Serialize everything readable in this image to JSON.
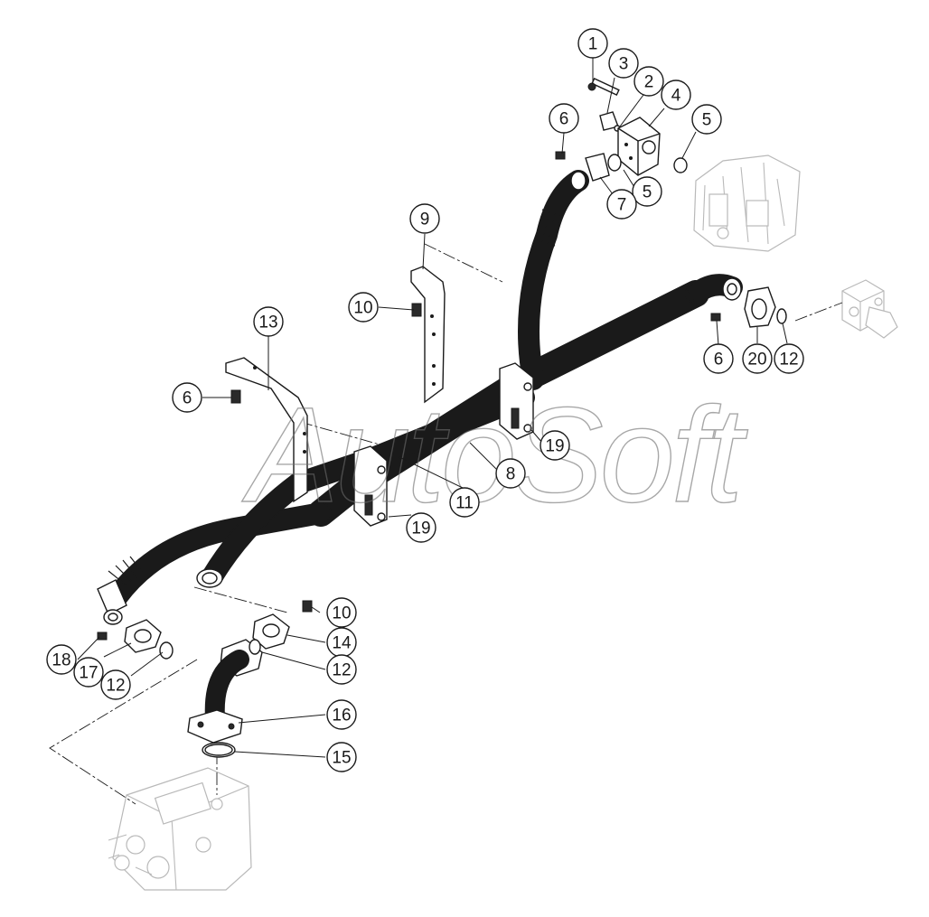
{
  "watermark": "AutoSoft",
  "callouts": [
    {
      "id": "c1",
      "label": "1"
    },
    {
      "id": "c3",
      "label": "3"
    },
    {
      "id": "c2",
      "label": "2"
    },
    {
      "id": "c4",
      "label": "4"
    },
    {
      "id": "c6a",
      "label": "6"
    },
    {
      "id": "c5a",
      "label": "5"
    },
    {
      "id": "c5b",
      "label": "5"
    },
    {
      "id": "c7",
      "label": "7"
    },
    {
      "id": "c9",
      "label": "9"
    },
    {
      "id": "c10a",
      "label": "10"
    },
    {
      "id": "c13",
      "label": "13"
    },
    {
      "id": "c6b",
      "label": "6"
    },
    {
      "id": "c6c",
      "label": "6"
    },
    {
      "id": "c20",
      "label": "20"
    },
    {
      "id": "c12a",
      "label": "12"
    },
    {
      "id": "c19a",
      "label": "19"
    },
    {
      "id": "c8",
      "label": "8"
    },
    {
      "id": "c11",
      "label": "11"
    },
    {
      "id": "c19b",
      "label": "19"
    },
    {
      "id": "c10b",
      "label": "10"
    },
    {
      "id": "c14",
      "label": "14"
    },
    {
      "id": "c12b",
      "label": "12"
    },
    {
      "id": "c18",
      "label": "18"
    },
    {
      "id": "c17",
      "label": "17"
    },
    {
      "id": "c12c",
      "label": "12"
    },
    {
      "id": "c16",
      "label": "16"
    },
    {
      "id": "c15",
      "label": "15"
    }
  ]
}
